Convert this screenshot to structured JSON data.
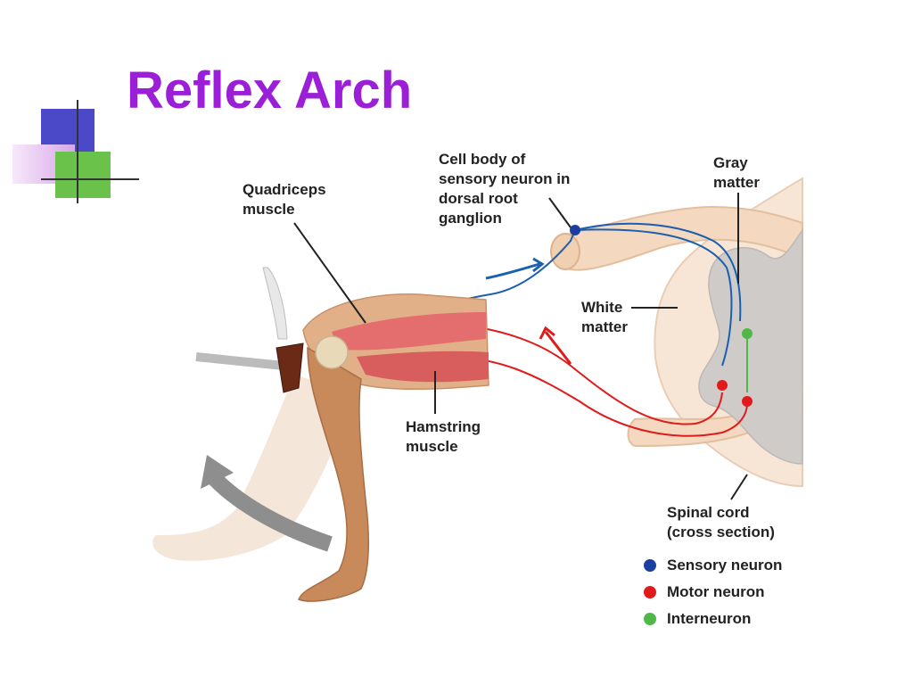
{
  "title": "Reflex Arch",
  "labels": {
    "quadriceps": [
      "Quadriceps",
      "muscle"
    ],
    "cell_body": [
      "Cell body of",
      "sensory neuron in",
      "dorsal root",
      "ganglion"
    ],
    "gray_matter": [
      "Gray",
      "matter"
    ],
    "white_matter": [
      "White",
      "matter"
    ],
    "hamstring": [
      "Hamstring",
      "muscle"
    ],
    "spinal_cord": [
      "Spinal cord",
      "(cross section)"
    ]
  },
  "legend": [
    {
      "label": "Sensory neuron",
      "color": "#1a3fa0"
    },
    {
      "label": "Motor neuron",
      "color": "#e01b1b"
    },
    {
      "label": "Interneuron",
      "color": "#4fb848"
    }
  ],
  "colors": {
    "title": "#9a1fd6",
    "sensory": "#1a5fb0",
    "motor": "#e01b1b",
    "inter": "#4fb848"
  }
}
